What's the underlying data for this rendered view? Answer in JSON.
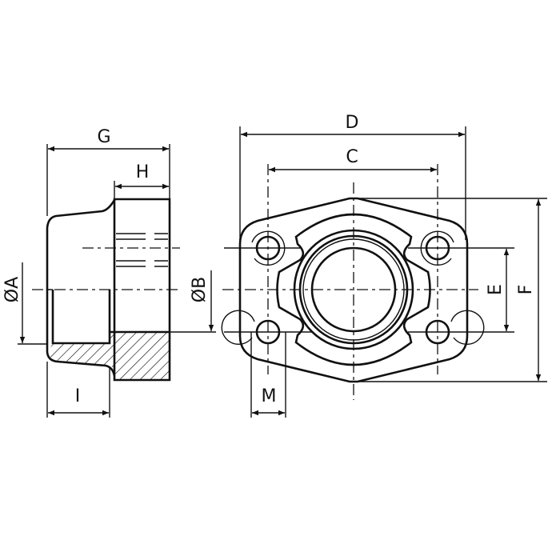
{
  "title": "Flange technical drawing",
  "dimensions": {
    "G": "G",
    "H": "H",
    "A": "ØA",
    "B": "ØB",
    "I": "I",
    "D": "D",
    "C": "C",
    "E": "E",
    "F": "F",
    "M": "M"
  },
  "colors": {
    "line": "#111111",
    "background": "#ffffff"
  }
}
